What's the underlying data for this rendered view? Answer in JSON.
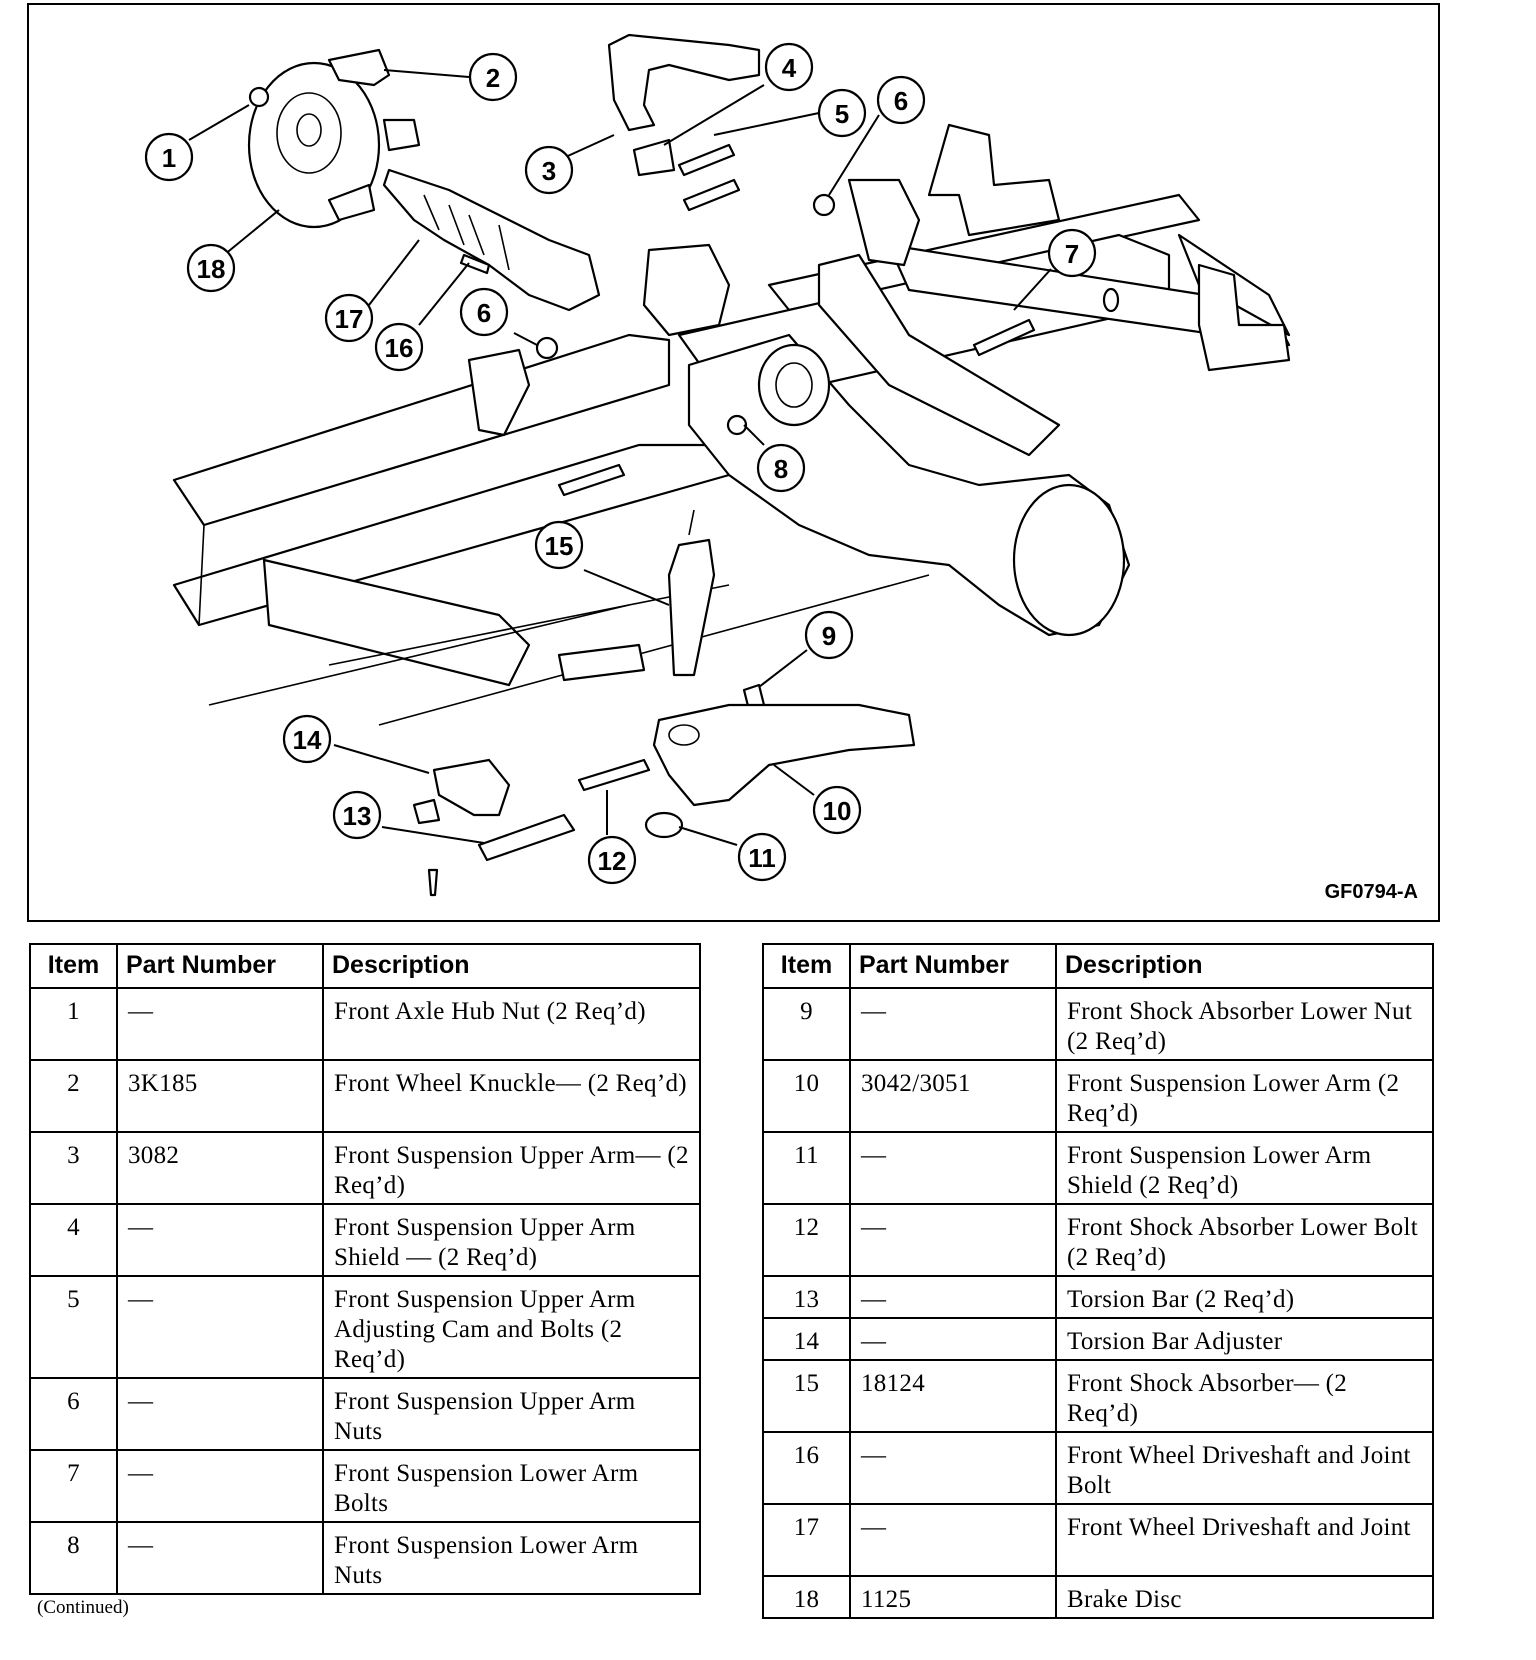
{
  "figure": {
    "code": "GF0794-A",
    "callouts": [
      "1",
      "2",
      "3",
      "4",
      "5",
      "6",
      "6",
      "7",
      "8",
      "9",
      "10",
      "11",
      "12",
      "13",
      "14",
      "15",
      "16",
      "17",
      "18"
    ]
  },
  "table_headers": {
    "item": "Item",
    "part_number": "Part Number",
    "description": "Description"
  },
  "left_rows": [
    {
      "item": "1",
      "part": "—",
      "desc": "Front Axle Hub Nut (2 Req’d)"
    },
    {
      "item": "2",
      "part": "3K185",
      "desc": "Front Wheel Knuckle— (2 Req’d)"
    },
    {
      "item": "3",
      "part": "3082",
      "desc": "Front Suspension Upper Arm— (2 Req’d)"
    },
    {
      "item": "4",
      "part": "—",
      "desc": "Front Suspension Upper Arm Shield — (2 Req’d)"
    },
    {
      "item": "5",
      "part": "—",
      "desc": "Front Suspension Upper Arm Adjusting Cam and Bolts (2 Req’d)"
    },
    {
      "item": "6",
      "part": "—",
      "desc": "Front Suspension Upper Arm Nuts"
    },
    {
      "item": "7",
      "part": "—",
      "desc": "Front Suspension Lower Arm Bolts"
    },
    {
      "item": "8",
      "part": "—",
      "desc": "Front Suspension Lower Arm Nuts"
    }
  ],
  "right_rows": [
    {
      "item": "9",
      "part": "—",
      "desc": "Front Shock Absorber Lower Nut (2 Req’d)"
    },
    {
      "item": "10",
      "part": "3042/3051",
      "desc": "Front Suspension Lower Arm (2 Req’d)"
    },
    {
      "item": "11",
      "part": "—",
      "desc": "Front Suspension Lower Arm Shield (2 Req’d)"
    },
    {
      "item": "12",
      "part": "—",
      "desc": "Front Shock Absorber Lower Bolt (2 Req’d)"
    },
    {
      "item": "13",
      "part": "—",
      "desc": "Torsion Bar (2 Req’d)"
    },
    {
      "item": "14",
      "part": "—",
      "desc": "Torsion Bar Adjuster"
    },
    {
      "item": "15",
      "part": "18124",
      "desc": "Front Shock Absorber— (2 Req’d)"
    },
    {
      "item": "16",
      "part": "—",
      "desc": "Front Wheel Driveshaft and Joint Bolt"
    },
    {
      "item": "17",
      "part": "—",
      "desc": "Front Wheel Driveshaft and Joint"
    },
    {
      "item": "18",
      "part": "1125",
      "desc": "Brake Disc"
    }
  ],
  "footer": {
    "continued": "(Continued)"
  }
}
